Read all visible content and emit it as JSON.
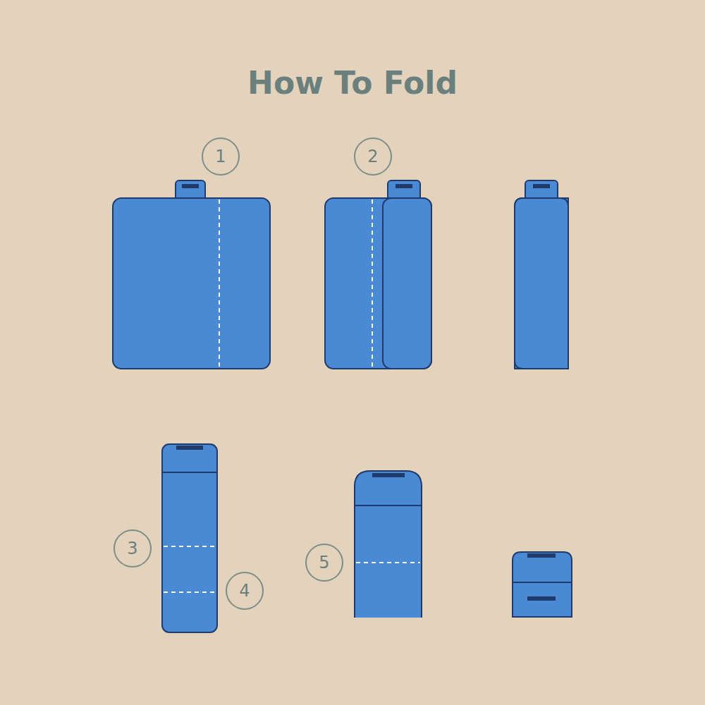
{
  "diagram": {
    "title": "How To Fold",
    "nodes": [
      {
        "text": [
          "1"
        ]
      },
      {
        "text": [
          "2"
        ]
      },
      {
        "text": [
          "3"
        ]
      },
      {
        "text": [
          "4"
        ]
      },
      {
        "text": [
          "5"
        ]
      }
    ]
  }
}
